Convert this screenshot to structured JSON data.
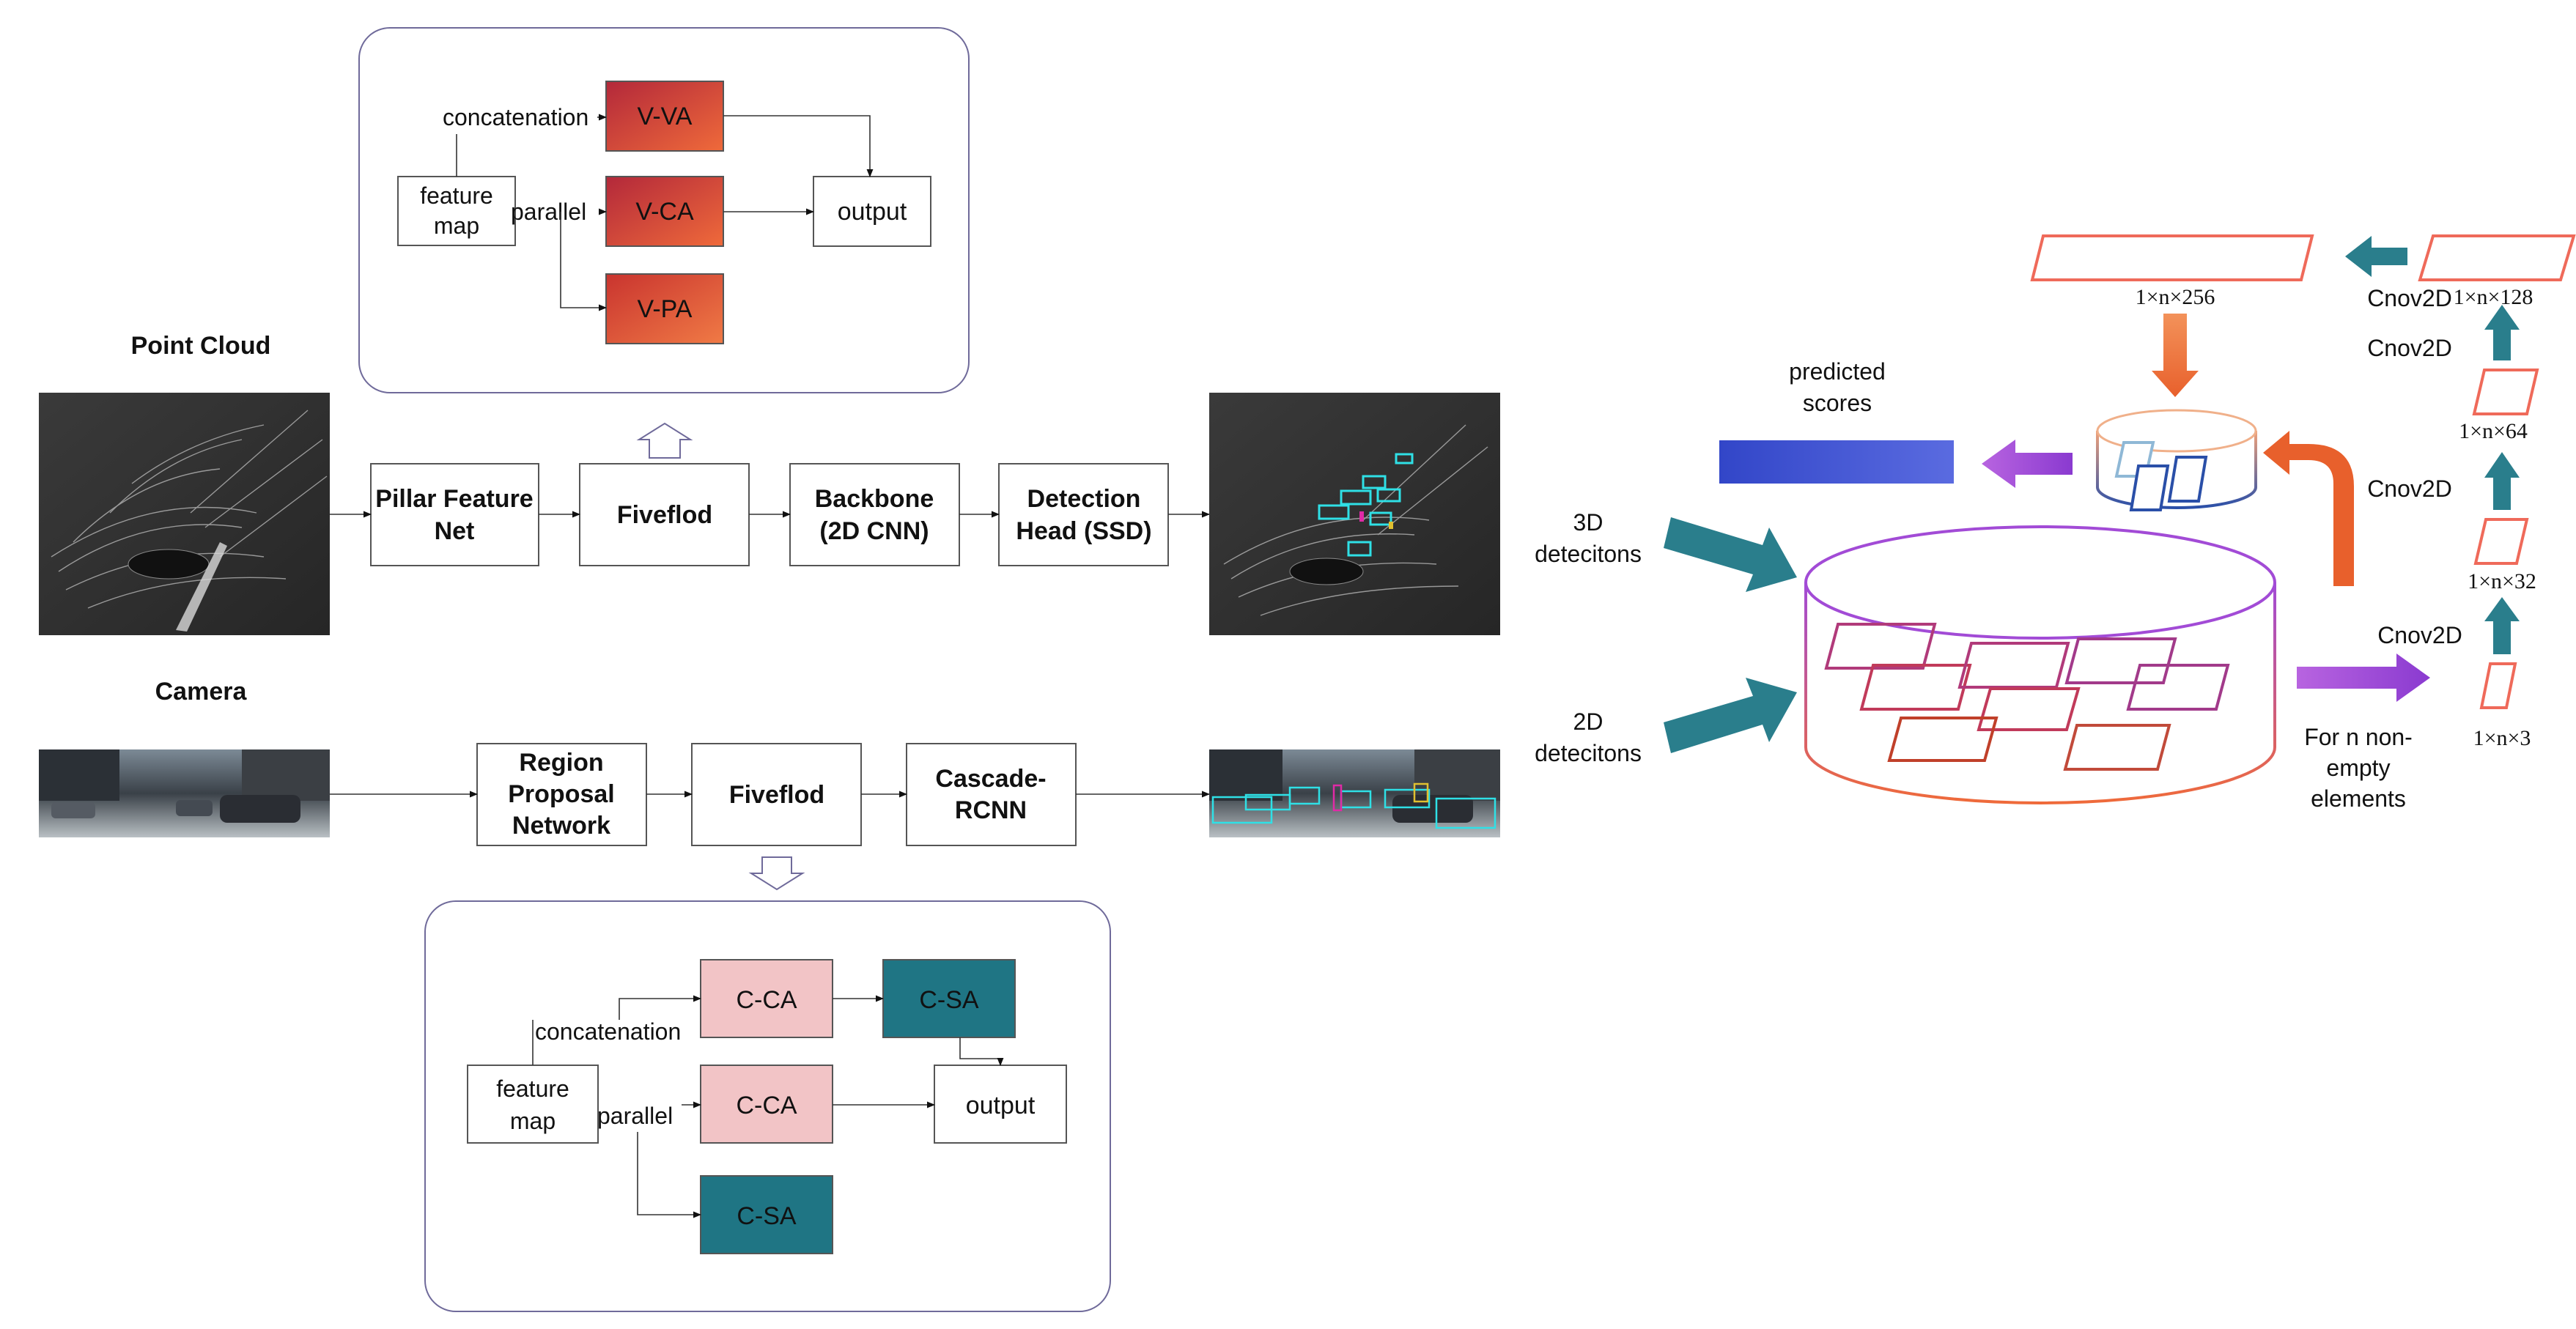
{
  "sections": {
    "point_cloud": "Point Cloud",
    "camera": "Camera"
  },
  "lidar_pipeline": {
    "pillar_feature_net": [
      "Pillar Feature",
      "Net"
    ],
    "fiveflod": "Fiveflod",
    "backbone": [
      "Backbone",
      "(2D CNN)"
    ],
    "detection_head": [
      "Detection",
      "Head (SSD)"
    ]
  },
  "camera_pipeline": {
    "rpn": [
      "Region",
      "Proposal",
      "Network"
    ],
    "fiveflod": "Fiveflod",
    "cascade": [
      "Cascade-",
      "RCNN"
    ]
  },
  "lidar_inset": {
    "feature_map": [
      "feature",
      "map"
    ],
    "concatenation": "concatenation",
    "parallel": "parallel",
    "v_va": "V-VA",
    "v_ca": "V-CA",
    "v_pa": "V-PA",
    "output": "output"
  },
  "camera_inset": {
    "feature_map": [
      "feature",
      "map"
    ],
    "concatenation": "concatenation",
    "parallel": "parallel",
    "c_ca_top": "C-CA",
    "c_sa_top": "C-SA",
    "c_ca_mid": "C-CA",
    "c_sa_bottom": "C-SA",
    "output": "output"
  },
  "fusion": {
    "detections_3d": [
      "3D",
      "detecitons"
    ],
    "detections_2d": [
      "2D",
      "detecitons"
    ],
    "predicted_scores": [
      "predicted",
      "scores"
    ],
    "for_n": [
      "For n non-",
      "empty",
      "elements"
    ],
    "cnov_a": "Cnov2D",
    "cnov_b": "Cnov2D",
    "cnov_c": "Cnov2D",
    "cnov_d": "Cnov2D",
    "dim_256": "1×n×256",
    "dim_128": "1×n×128",
    "dim_64": "1×n×64",
    "dim_32": "1×n×32",
    "dim_3": "1×n×3"
  },
  "colors": {
    "red_grad": [
      "#b3283a",
      "#ef6a3a"
    ],
    "pink": "#f2c4c6",
    "teal": "#1f7584",
    "teal_arrow": "#2a7e8c",
    "purple": "#a24bd6",
    "orange": "#ef6a3a",
    "blue_bar": [
      "#3246c8",
      "#5a6be0"
    ]
  }
}
